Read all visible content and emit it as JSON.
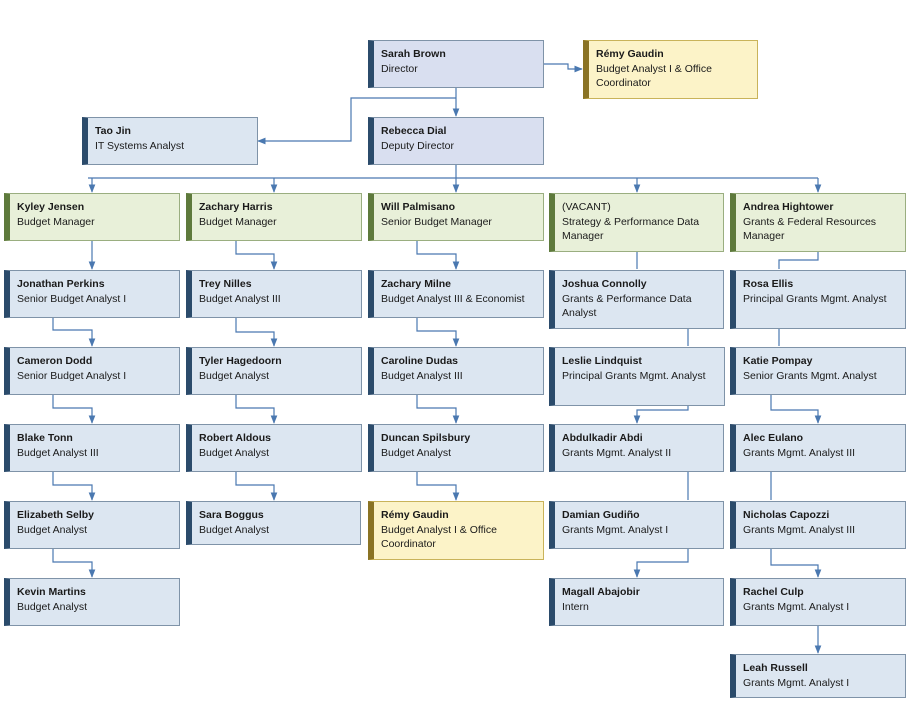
{
  "nodes": {
    "sarah_brown": {
      "name": "Sarah Brown",
      "title": "Director"
    },
    "remy_gaudin_top": {
      "name": "Rémy Gaudin",
      "title": "Budget Analyst I & Office Coordinator"
    },
    "tao_jin": {
      "name": "Tao Jin",
      "title": "IT Systems Analyst"
    },
    "rebecca_dial": {
      "name": "Rebecca Dial",
      "title": "Deputy Director"
    },
    "kyley_jensen": {
      "name": "Kyley Jensen",
      "title": "Budget Manager"
    },
    "zachary_harris": {
      "name": "Zachary Harris",
      "title": "Budget Manager"
    },
    "will_palmisano": {
      "name": "Will Palmisano",
      "title": "Senior Budget Manager"
    },
    "vacant": {
      "name": "(VACANT)",
      "title": "Strategy & Performance Data Manager"
    },
    "andrea_hightower": {
      "name": "Andrea Hightower",
      "title": "Grants & Federal Resources Manager"
    },
    "jonathan_perkins": {
      "name": "Jonathan Perkins",
      "title": "Senior Budget Analyst I"
    },
    "trey_nilles": {
      "name": "Trey Nilles",
      "title": "Budget Analyst III"
    },
    "zachary_milne": {
      "name": "Zachary Milne",
      "title": "Budget Analyst III & Economist"
    },
    "joshua_connolly": {
      "name": "Joshua Connolly",
      "title": "Grants & Performance Data Analyst"
    },
    "rosa_ellis": {
      "name": "Rosa Ellis",
      "title": "Principal Grants Mgmt. Analyst"
    },
    "cameron_dodd": {
      "name": "Cameron Dodd",
      "title": "Senior Budget Analyst I"
    },
    "tyler_hagedoorn": {
      "name": "Tyler Hagedoorn",
      "title": "Budget Analyst"
    },
    "caroline_dudas": {
      "name": "Caroline Dudas",
      "title": "Budget Analyst III"
    },
    "leslie_lindquist": {
      "name": "Leslie Lindquist",
      "title": "Principal Grants Mgmt. Analyst"
    },
    "katie_pompay": {
      "name": "Katie Pompay",
      "title": "Senior Grants Mgmt. Analyst"
    },
    "blake_tonn": {
      "name": "Blake Tonn",
      "title": "Budget Analyst III"
    },
    "robert_aldous": {
      "name": "Robert Aldous",
      "title": "Budget Analyst"
    },
    "duncan_spilsbury": {
      "name": "Duncan Spilsbury",
      "title": "Budget Analyst"
    },
    "abdulkadir_abdi": {
      "name": "Abdulkadir Abdi",
      "title": "Grants Mgmt. Analyst II"
    },
    "alec_eulano": {
      "name": "Alec Eulano",
      "title": "Grants Mgmt. Analyst III"
    },
    "elizabeth_selby": {
      "name": "Elizabeth Selby",
      "title": "Budget Analyst"
    },
    "sara_boggus": {
      "name": "Sara Boggus",
      "title": "Budget Analyst"
    },
    "remy_gaudin_bottom": {
      "name": "Rémy Gaudin",
      "title": "Budget Analyst I & Office Coordinator"
    },
    "damian_gudino": {
      "name": "Damian Gudiño",
      "title": "Grants Mgmt. Analyst I"
    },
    "nicholas_capozzi": {
      "name": "Nicholas Capozzi",
      "title": "Grants Mgmt. Analyst III"
    },
    "kevin_martins": {
      "name": "Kevin Martins",
      "title": "Budget Analyst"
    },
    "magall_abajobir": {
      "name": "Magall Abajobir",
      "title": "Intern"
    },
    "rachel_culp": {
      "name": "Rachel Culp",
      "title": "Grants Mgmt. Analyst I"
    },
    "leah_russell": {
      "name": "Leah Russell",
      "title": "Grants Mgmt. Analyst I"
    }
  },
  "colors": {
    "connector": "#4a78b0",
    "staff_fill": "#dce6f1",
    "manager_fill": "#e8f0d9",
    "coordinator_fill": "#fcf3c8"
  }
}
